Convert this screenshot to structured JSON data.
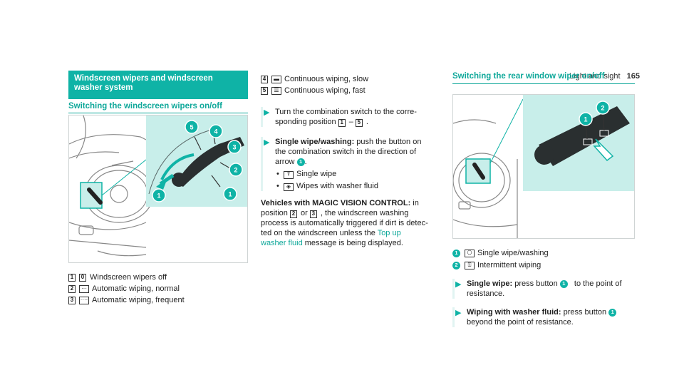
{
  "running_header": {
    "section": "Light and sight",
    "page_number": "165"
  },
  "section_title": "Windscreen wipers and windscreen washer system",
  "left": {
    "subheading": "Switching the windscreen wipers on/off",
    "figure_callouts": [
      "5",
      "4",
      "3",
      "2",
      "1",
      "1"
    ],
    "legend": [
      {
        "key": "1",
        "glyph": "0",
        "text": "Windscreen wipers off"
      },
      {
        "key": "2",
        "glyph": "···",
        "text": "Automatic wiping, normal"
      },
      {
        "key": "3",
        "glyph": "····",
        "text": "Automatic wiping, frequent"
      }
    ]
  },
  "middle": {
    "legend": [
      {
        "key": "4",
        "glyph": "▬",
        "text": "Continuous wiping, slow"
      },
      {
        "key": "5",
        "glyph": "☰",
        "text": "Continuous wiping, fast"
      }
    ],
    "step1": {
      "arrow": "▶",
      "text_a": "Turn the combination switch to the corre-",
      "text_b": "sponding position",
      "k1": "1",
      "dash": "–",
      "k2": "5",
      "end": "."
    },
    "step2": {
      "arrow": "▶",
      "label": "Single wipe/washing:",
      "text_a": " push the button on",
      "text_b": "the combination switch in the direction of",
      "text_c": "arrow",
      "badge": "1",
      "end": ".",
      "bullets": [
        {
          "glyph": "⍒",
          "text": "Single wipe"
        },
        {
          "glyph": "◈",
          "text": "Wipes with washer fluid"
        }
      ]
    },
    "magic": {
      "label": "Vehicles with MAGIC VISION CONTROL:",
      "text_a": " in",
      "text_b": "position",
      "k1": "2",
      "or": "or",
      "k2": "3",
      "text_c": ", the windscreen washing",
      "text_d": "process is automatically triggered if dirt is detec-",
      "text_e": "ted on the windscreen unless the",
      "link_a": "Top up",
      "link_b": "washer fluid",
      "text_f": " message is being displayed."
    }
  },
  "right": {
    "subheading": "Switching the rear window wiper on/off",
    "figure_callouts": [
      "1",
      "2"
    ],
    "legend": [
      {
        "badge": "1",
        "glyph": "⎔",
        "text": "Single wipe/washing"
      },
      {
        "badge": "2",
        "glyph": "⍂",
        "text": "Intermittent wiping"
      }
    ],
    "step1": {
      "arrow": "▶",
      "label": "Single wipe:",
      "text_a": " press button",
      "badge": "1",
      "text_b": " to the point of",
      "text_c": "resistance."
    },
    "step2": {
      "arrow": "▶",
      "label": "Wiping with washer fluid:",
      "text_a": " press button",
      "badge": "1",
      "text_b": "beyond the point of resistance."
    }
  },
  "colors": {
    "accent": "#0fb3a6",
    "accent_light": "#c8eeea"
  }
}
